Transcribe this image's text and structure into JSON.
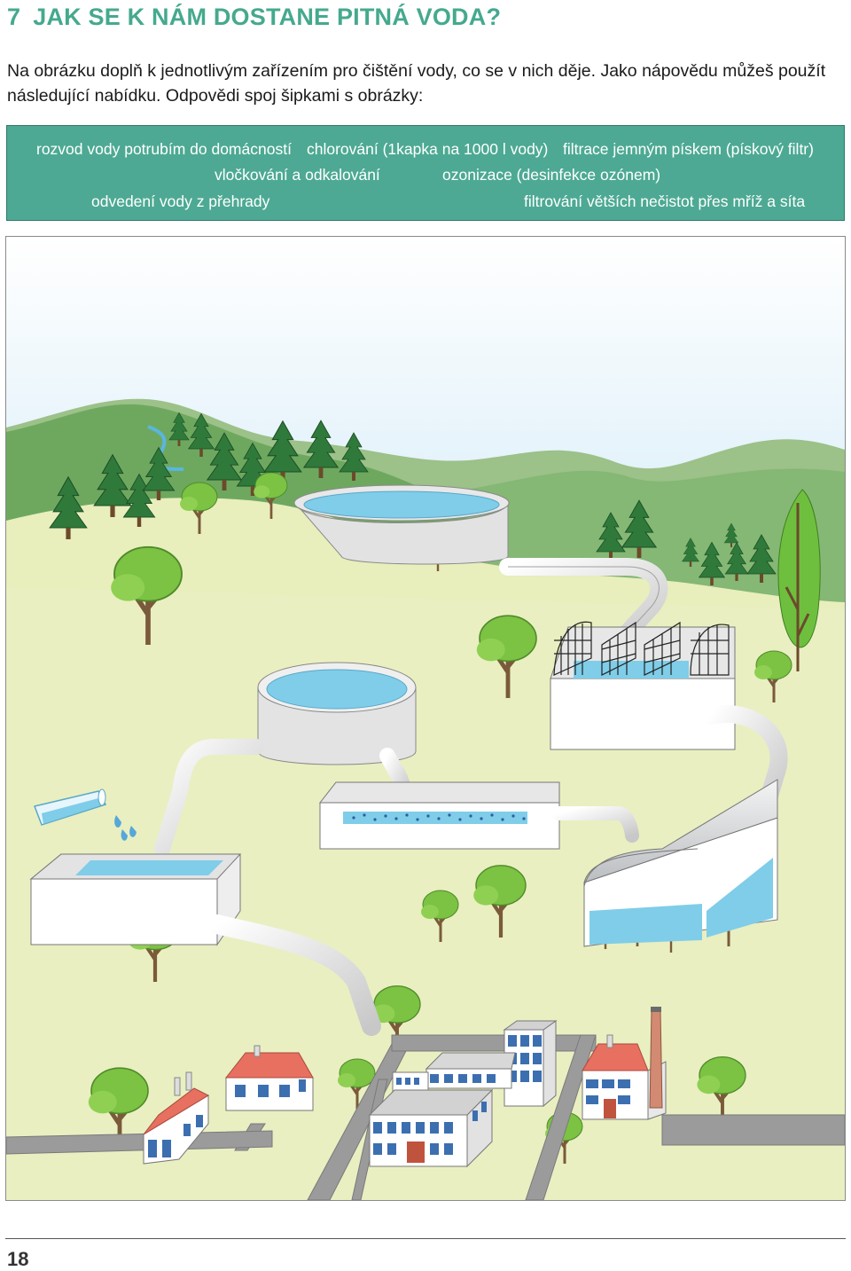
{
  "title": {
    "number": "7",
    "text": "JAK SE K NÁM DOSTANE PITNÁ VODA?"
  },
  "instructions": "Na obrázku doplň k jednotlivým zařízením pro čištění vody, co se v nich děje. Jako nápovědu můžeš použít následující nabídku. Odpovědi spoj šipkami s obrázky:",
  "options": [
    "rozvod vody potrubím do domácností",
    "chlorování (1kapka na 1000 l vody)",
    "filtrace jemným pískem (pískový filtr)",
    "vločkování a odkalování",
    "ozonizace (desinfekce ozónem)",
    "odvedení vody z přehrady",
    "filtrování větších nečistot přes mříž a síta"
  ],
  "colors": {
    "accent": "#45a98e",
    "option_box": "#4da994",
    "sky": "#dff0fb",
    "meadow": "#eaefbf",
    "hill": "#7eb06f",
    "water": "#7fcde9",
    "road": "#9a9a9a"
  },
  "scene_icons": [
    "dam-reservoir",
    "screen-filter-basin",
    "flocculation-tank",
    "settling-basin",
    "sand-filter-hall",
    "chlorine-beaker",
    "distribution-tank",
    "town-buildings"
  ],
  "page_number": "18"
}
